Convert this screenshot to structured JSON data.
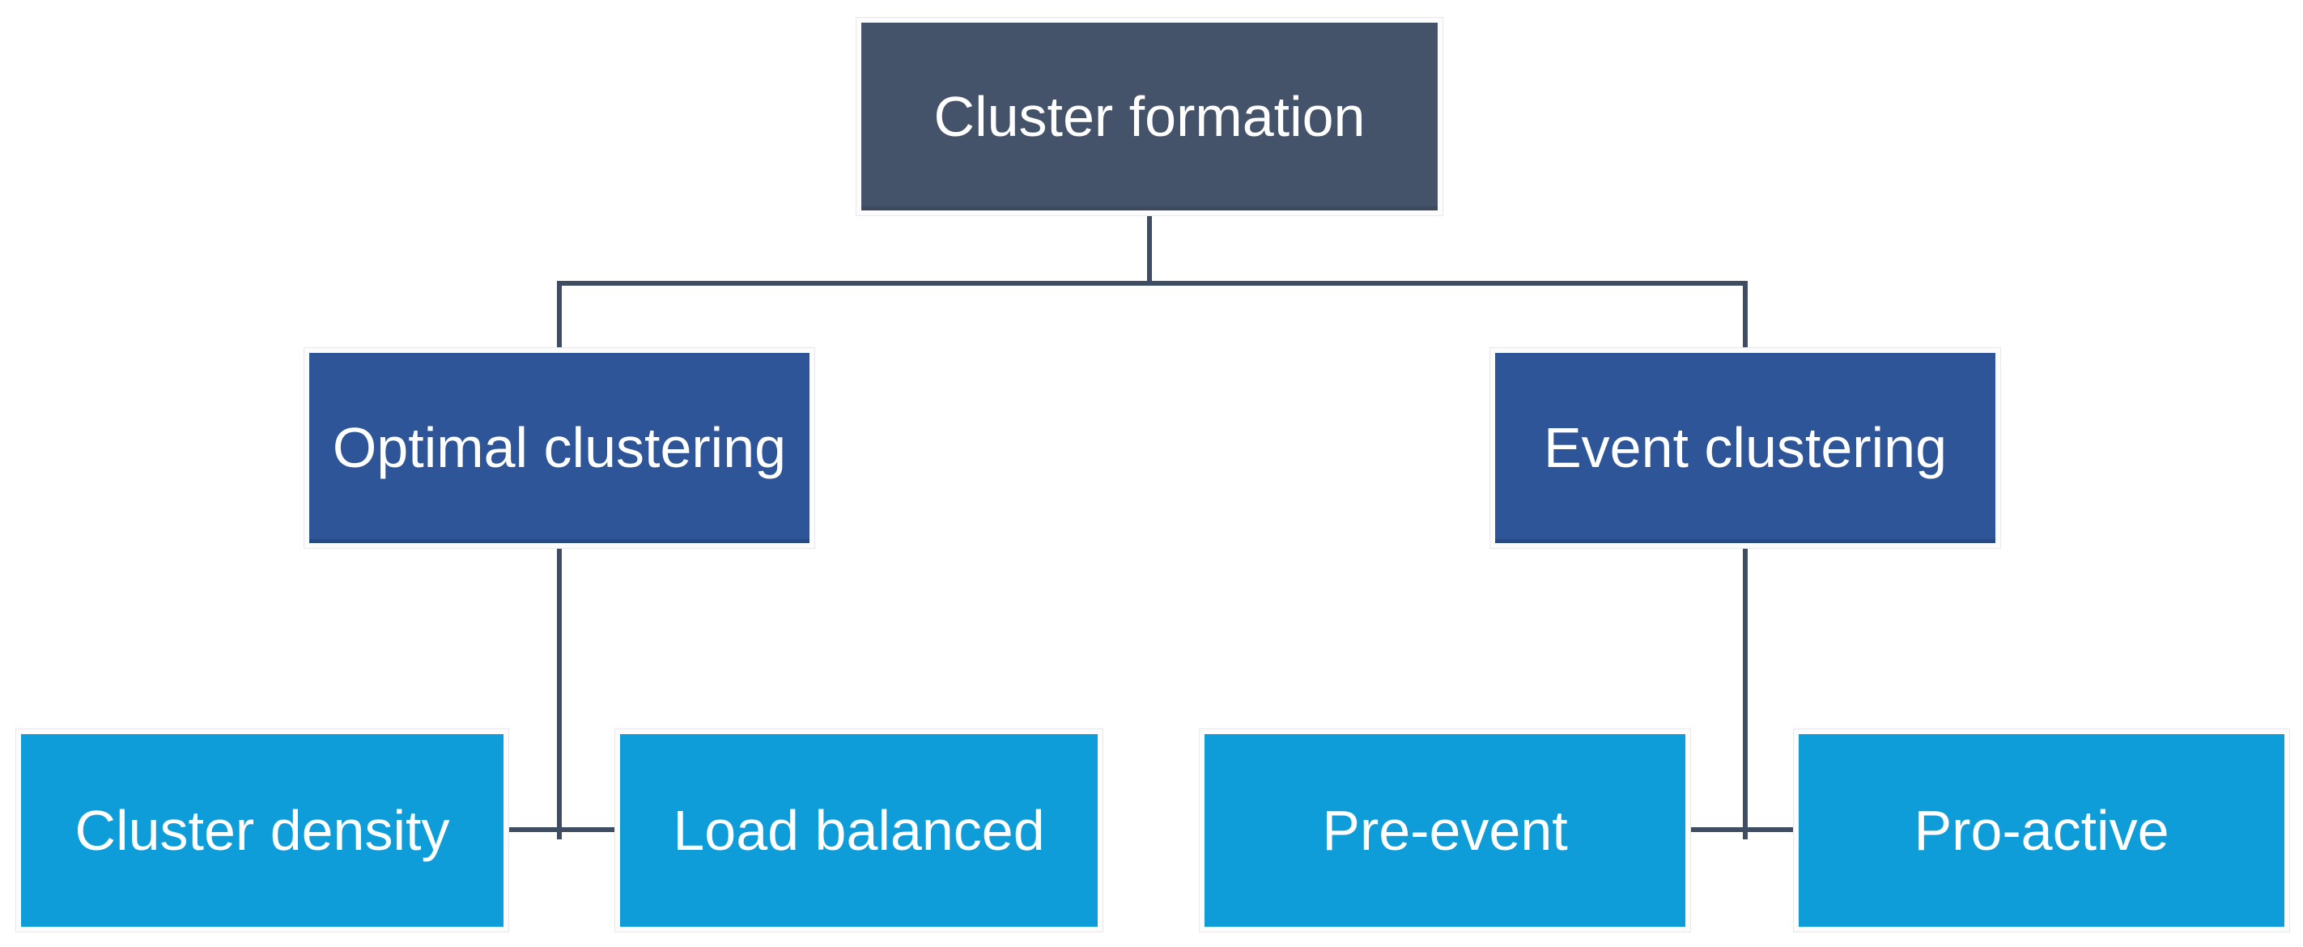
{
  "diagram": {
    "type": "hierarchy",
    "background_color": "#ffffff",
    "nodes": {
      "root": {
        "label": "Cluster formation",
        "level": 1,
        "parent": null
      },
      "optimal": {
        "label": "Optimal clustering",
        "level": 2,
        "parent": "root"
      },
      "event": {
        "label": "Event clustering",
        "level": 2,
        "parent": "root"
      },
      "density": {
        "label": "Cluster density",
        "level": 3,
        "parent": "optimal"
      },
      "load": {
        "label": "Load balanced",
        "level": 3,
        "parent": "optimal"
      },
      "preevent": {
        "label": "Pre-event",
        "level": 3,
        "parent": "event"
      },
      "proactive": {
        "label": "Pro-active",
        "level": 3,
        "parent": "event"
      }
    },
    "edges": [
      {
        "from": "root",
        "to": "optimal"
      },
      {
        "from": "root",
        "to": "event"
      },
      {
        "from": "optimal",
        "to": "density"
      },
      {
        "from": "optimal",
        "to": "load"
      },
      {
        "from": "event",
        "to": "preevent"
      },
      {
        "from": "event",
        "to": "proactive"
      }
    ],
    "colors": {
      "level1_fill": "#44526A",
      "level2_fill": "#2D5597",
      "level3_fill": "#0F9DD9",
      "connector": "#3E4D62",
      "text": "#FFFFFF",
      "node_border": "#FCFCFC"
    }
  }
}
